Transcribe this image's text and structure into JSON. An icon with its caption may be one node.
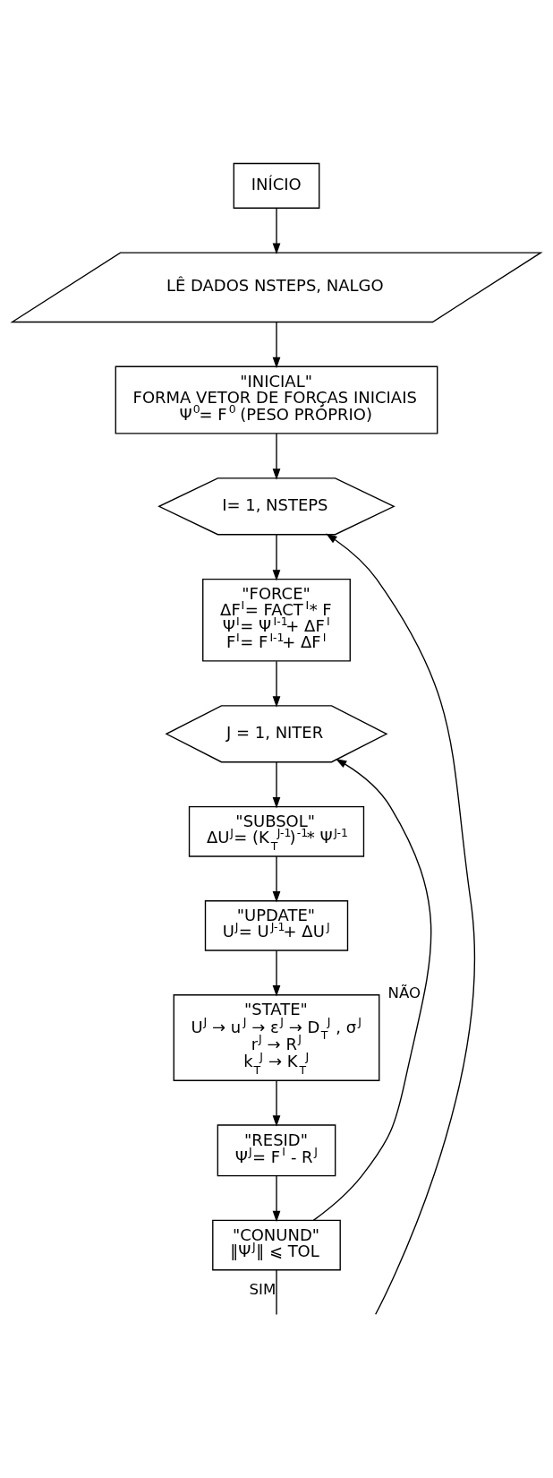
{
  "diagram": {
    "nodes": [
      {
        "text": [
          "INÍCIO"
        ]
      },
      {
        "text": [
          "LÊ DADOS NSTEPS, NALGO"
        ]
      },
      {
        "text": [
          "\"INICIAL\"",
          "FORMA VETOR DE FORÇAS INICIAIS",
          "Ψ$^{0}$= F$^{0}$ (PESO PRÓPRIO)"
        ]
      },
      {
        "text": [
          "I= 1, NSTEPS"
        ]
      },
      {
        "text": [
          "\"FORCE\"",
          "ΔF$^{I}$= FACT$^{I}$* F",
          "Ψ$^{I}$= Ψ$^{I-1}$+ ΔF$^{I}$",
          "F$^{I}$= F$^{I-1}$+ ΔF$^{I}$"
        ]
      },
      {
        "text": [
          "J = 1, NITER"
        ]
      },
      {
        "text": [
          "\"SUBSOL\"",
          "ΔU$^{J}$= (K$_{T}$$^{J-1}$)$^{-1}$* Ψ$^{J-1}$"
        ]
      },
      {
        "text": [
          "\"UPDATE\"",
          "U$^{J}$= U$^{J-1}$+ ΔU$^{J}$"
        ]
      },
      {
        "text": [
          "\"STATE\"",
          "U$^{J}$ → u$^{J}$ → ε$^{J}$ → D$_{T}$$^{J}$ , σ$^{J}$",
          "r$^{J}$ → R$^{J}$",
          "k$_{T}$$^{J}$ → K$_{T}$$^{J}$"
        ]
      },
      {
        "text": [
          "\"RESID\"",
          "Ψ$^{J}$= F$^{I}$ - R$^{J}$"
        ]
      },
      {
        "text": [
          "\"CONUND\"",
          "‖Ψ$^{J}$‖ ⩽ TOL"
        ]
      }
    ],
    "edges": [
      {
        "from": 0,
        "to": 1,
        "arrow": "to"
      },
      {
        "from": 1,
        "to": 2,
        "arrow": "to"
      },
      {
        "from": 2,
        "to": 3,
        "arrow": "to"
      },
      {
        "from": 3,
        "to": 4,
        "arrow": "to"
      },
      {
        "from": 4,
        "to": 5,
        "arrow": "to"
      },
      {
        "from": 5,
        "to": 6,
        "arrow": "to"
      },
      {
        "from": 6,
        "to": 7,
        "arrow": "to"
      },
      {
        "from": 7,
        "to": 8,
        "arrow": "to"
      },
      {
        "from": 8,
        "to": 9,
        "arrow": "to"
      },
      {
        "from": 9,
        "to": 10,
        "arrow": "to"
      },
      {
        "from": 10,
        "to": 5,
        "arrow": "to",
        "label": "NÃO"
      },
      {
        "from": 10,
        "to": null,
        "arrow": "none",
        "label": "SIM"
      },
      {
        "from": null,
        "to": 3,
        "arrow": "to"
      }
    ]
  }
}
